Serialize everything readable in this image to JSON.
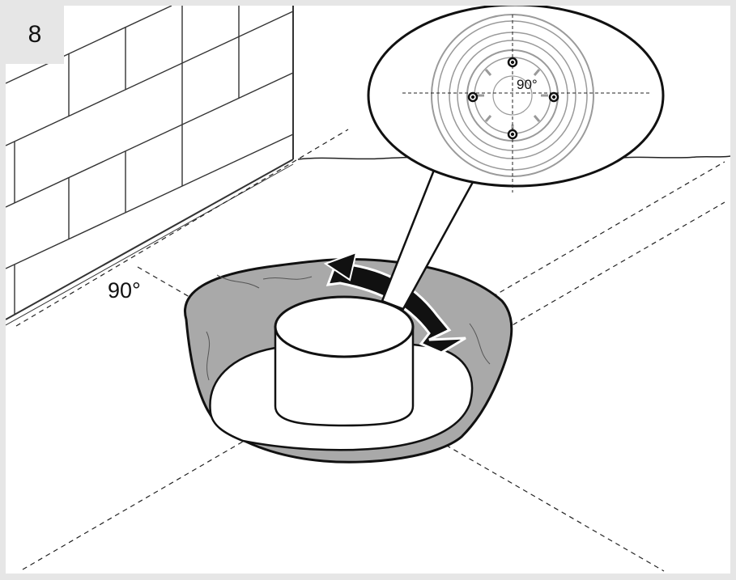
{
  "step_number": "8",
  "floor_angle_label": "90°",
  "detail_angle_label": "90°",
  "colors": {
    "frame": "#e6e6e6",
    "mortar": "#a9a9a9",
    "line": "#111111",
    "detail_gray": "#9a9a9a"
  },
  "icons": [
    "rotate-arrow-icon"
  ]
}
